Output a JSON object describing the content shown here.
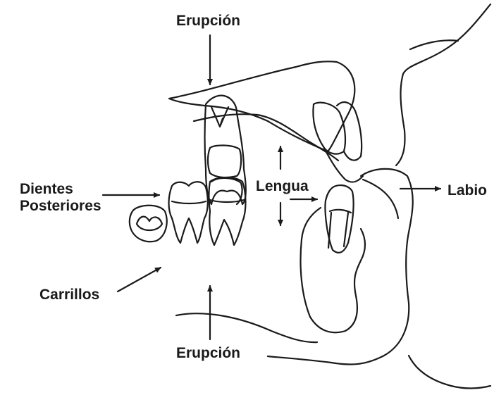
{
  "diagram": {
    "labels": {
      "erupcion_top": "Erupción",
      "dientes_line1": "Dientes",
      "dientes_line2": "Posteriores",
      "lengua": "Lengua",
      "labio": "Labio",
      "carrillos": "Carrillos",
      "erupcion_bottom": "Erupción"
    },
    "colors": {
      "ink": "#1a1a1a",
      "background": "#ffffff",
      "faded_text": "#d8d8d8"
    }
  }
}
